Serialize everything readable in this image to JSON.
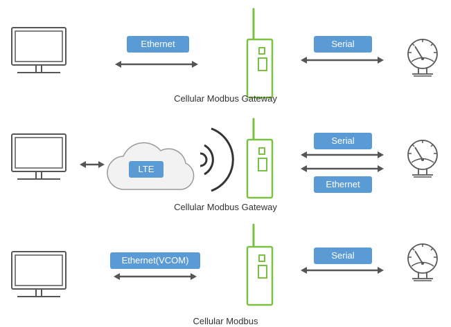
{
  "rows": [
    {
      "left_pill": "Ethernet",
      "right_pill": "Serial",
      "caption": "Cellular Modbus Gateway"
    },
    {
      "cloud_label": "LTE",
      "right_pill_top": "Serial",
      "right_pill_bottom": "Ethernet",
      "caption": "Cellular Modbus Gateway"
    },
    {
      "left_pill": "Ethernet(VCOM)",
      "right_pill": "Serial",
      "caption": "Cellular Modbus"
    }
  ],
  "colors": {
    "accent": "#5b9bd5",
    "device": "#7ac142",
    "stroke": "#555555",
    "cloud_fill": "#f2f2f2"
  }
}
